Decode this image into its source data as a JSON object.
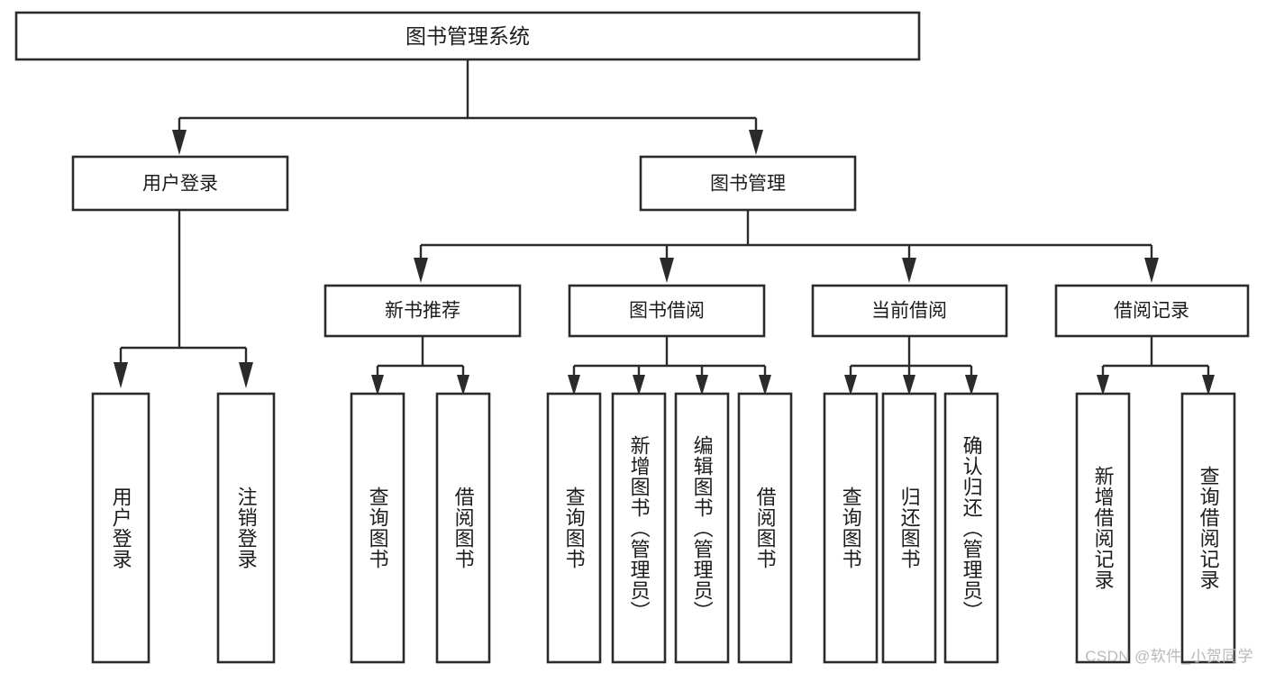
{
  "diagram": {
    "type": "hierarchy-tree",
    "title": "图书管理系统",
    "watermark": "CSDN @软件_小贺同学",
    "colors": {
      "stroke": "#2b2b2b",
      "fill": "#ffffff",
      "text": "#1c1c1c",
      "watermark": "#b9b9b9"
    },
    "root": {
      "label": "图书管理系统"
    },
    "level1": [
      {
        "label": "用户登录"
      },
      {
        "label": "图书管理"
      }
    ],
    "level2": [
      {
        "label": "新书推荐"
      },
      {
        "label": "图书借阅"
      },
      {
        "label": "当前借阅"
      },
      {
        "label": "借阅记录"
      }
    ],
    "leaves": {
      "user_login": [
        {
          "label": "用户登录"
        },
        {
          "label": "注销登录"
        }
      ],
      "new_book": [
        {
          "label": "查询图书"
        },
        {
          "label": "借阅图书"
        }
      ],
      "book_borrow": [
        {
          "label": "查询图书"
        },
        {
          "label": "新增图书（管理员）"
        },
        {
          "label": "编辑图书（管理员）"
        },
        {
          "label": "借阅图书"
        }
      ],
      "current_borrow": [
        {
          "label": "查询图书"
        },
        {
          "label": "归还图书"
        },
        {
          "label": "确认归还（管理员）"
        }
      ],
      "borrow_record": [
        {
          "label": "新增借阅记录"
        },
        {
          "label": "查询借阅记录"
        }
      ]
    }
  }
}
